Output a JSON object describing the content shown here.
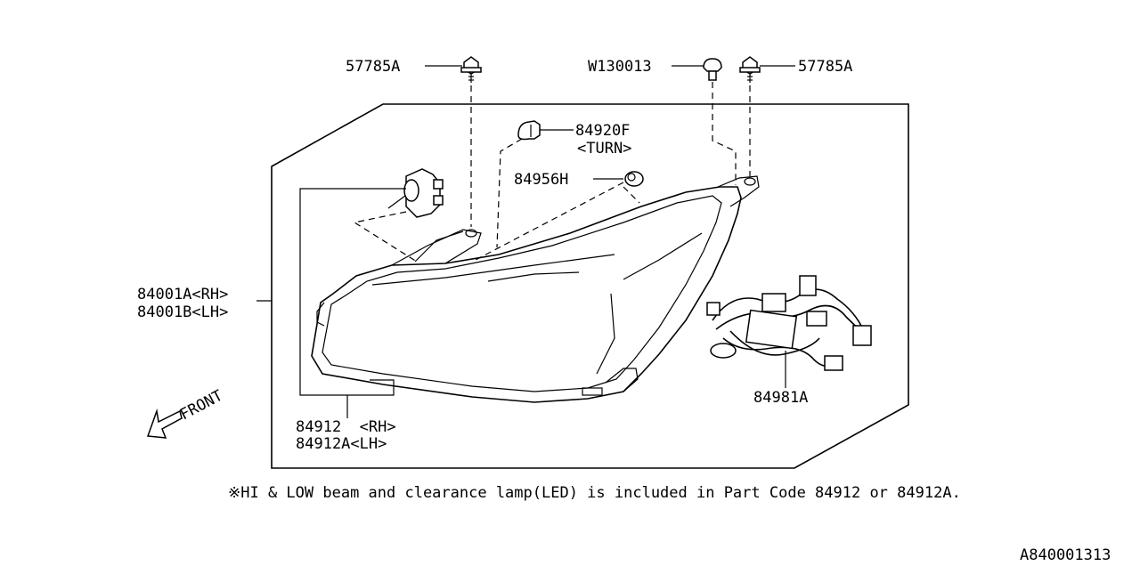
{
  "labels": {
    "clip_left": "57785A",
    "clip_right": "57785A",
    "grommet": "W130013",
    "turn_bulb_part": "84920F",
    "turn_bulb_desc": "<TURN>",
    "socket": "84956H",
    "headlamp_rh": "84001A<RH>",
    "headlamp_lh": "84001B<LH>",
    "unit_rh": "84912  <RH>",
    "unit_lh": "84912A<LH>",
    "harness": "84981A",
    "front": "FRONT",
    "note": "※HI & LOW beam and clearance lamp(LED) is included in Part Code 84912 or 84912A.",
    "diagram_code": "A840001313"
  }
}
